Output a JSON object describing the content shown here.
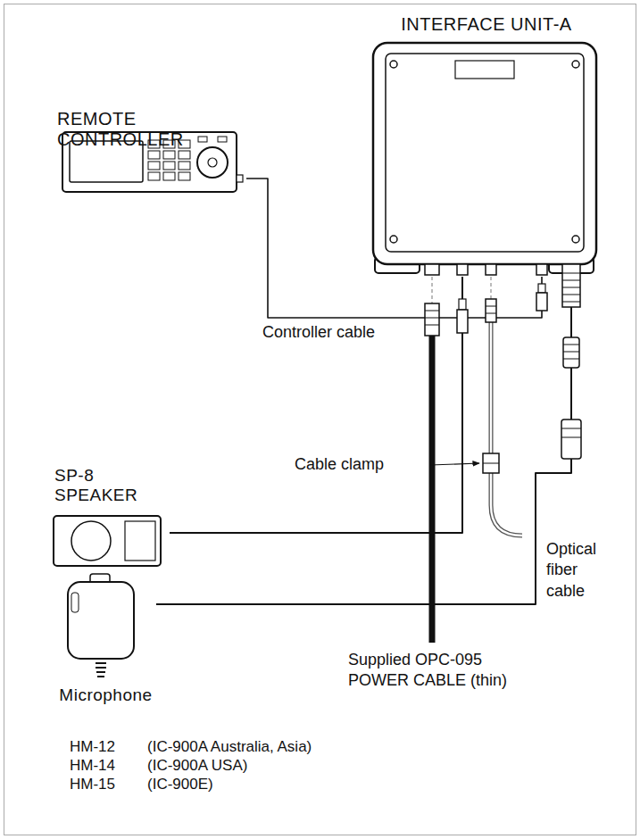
{
  "diagram": {
    "nodes": [
      {
        "text": [
          "INTERFACE UNIT-A"
        ]
      },
      {
        "text": [
          "REMOTE CONTROLLER"
        ]
      },
      {
        "text": [
          "SP-8 SPEAKER"
        ]
      },
      {
        "text": [
          "Microphone"
        ]
      }
    ],
    "edges": [
      {
        "from": 1,
        "to": 0,
        "arrow": "none",
        "label": "Controller cable"
      },
      {
        "from": 2,
        "to": 0,
        "arrow": "none"
      },
      {
        "from": 3,
        "to": 0,
        "arrow": "none"
      }
    ],
    "labels": [
      "Cable clamp",
      "Optical fiber cable",
      "Supplied OPC-095 POWER CABLE (thin)",
      "HM-12",
      "(IC-900A Australia, Asia)",
      "HM-14",
      "(IC-900A USA)",
      "HM-15",
      "(IC-900E)"
    ]
  }
}
